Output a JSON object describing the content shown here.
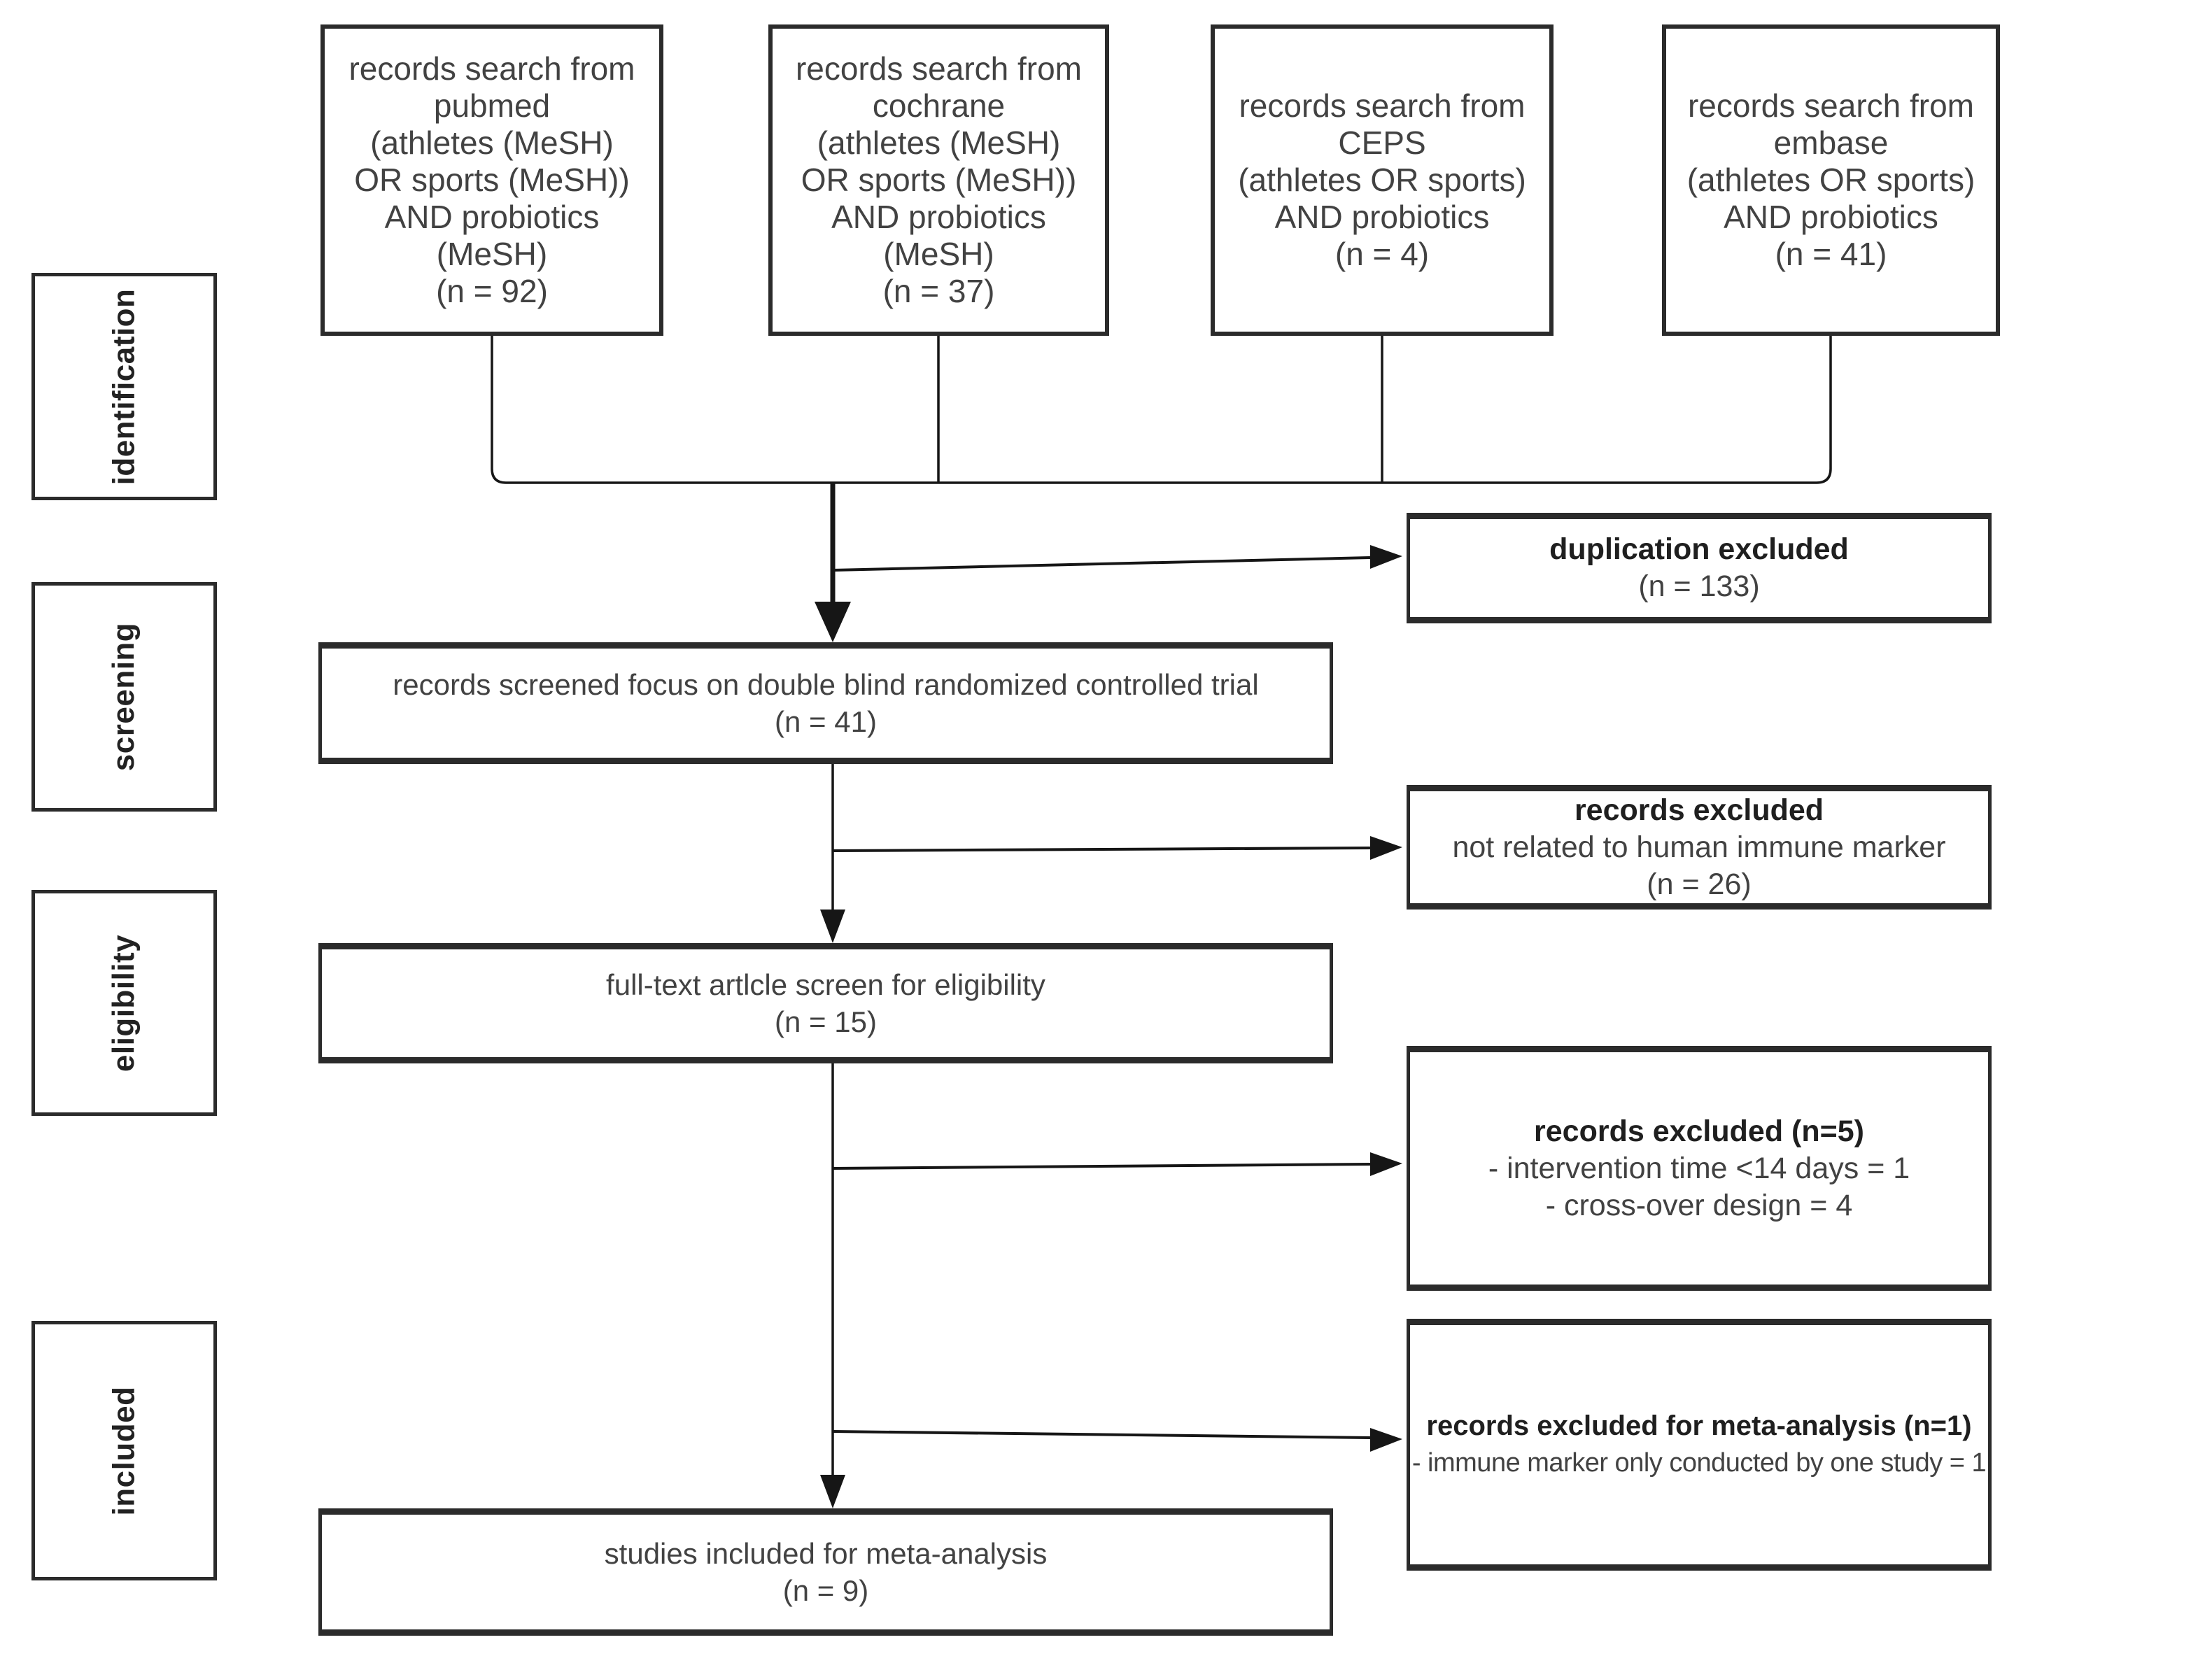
{
  "stages": {
    "identification": "identification",
    "screening": "screening",
    "eligibility": "eligibility",
    "included": "included"
  },
  "sources": {
    "pubmed": {
      "lines": [
        "records search from",
        "pubmed",
        "(athletes (MeSH)",
        "OR sports (MeSH))",
        "AND probiotics",
        "(MeSH)",
        "(n = 92)"
      ]
    },
    "cochrane": {
      "lines": [
        "records search from",
        "cochrane",
        "(athletes (MeSH)",
        "OR sports (MeSH))",
        "AND probiotics",
        "(MeSH)",
        "(n = 37)"
      ]
    },
    "ceps": {
      "lines": [
        "records search from",
        "CEPS",
        "(athletes OR sports)",
        "AND probiotics",
        "(n = 4)"
      ]
    },
    "embase": {
      "lines": [
        "records search from",
        "embase",
        "(athletes OR sports)",
        "AND probiotics",
        "(n = 41)"
      ]
    }
  },
  "flow": {
    "screened": {
      "lines": [
        "records screened focus on double blind randomized controlled trial",
        "(n = 41)"
      ]
    },
    "fulltext": {
      "lines": [
        "full-text artlcle screen for eligibility",
        "(n = 15)"
      ]
    },
    "studies": {
      "lines": [
        "studies included for meta-analysis",
        "(n = 9)"
      ]
    }
  },
  "exclusions": {
    "duplication": {
      "title": "duplication excluded",
      "lines": [
        "(n = 133)"
      ]
    },
    "not_related": {
      "title": "records excluded",
      "lines": [
        "not related to human immune marker",
        "(n = 26)"
      ]
    },
    "eligibility_excluded": {
      "title": "records excluded (n=5)",
      "lines": [
        "- intervention time <14 days = 1",
        "- cross-over design = 4"
      ]
    },
    "meta_excluded": {
      "title": "records excluded for meta-analysis (n=1)",
      "lines": [
        "- immune marker only conducted by one study = 1"
      ]
    }
  },
  "colors": {
    "border": "#2b2b2b",
    "text": "#424242",
    "bold_text": "#1f1f1f",
    "line": "#161616",
    "background": "#ffffff"
  }
}
